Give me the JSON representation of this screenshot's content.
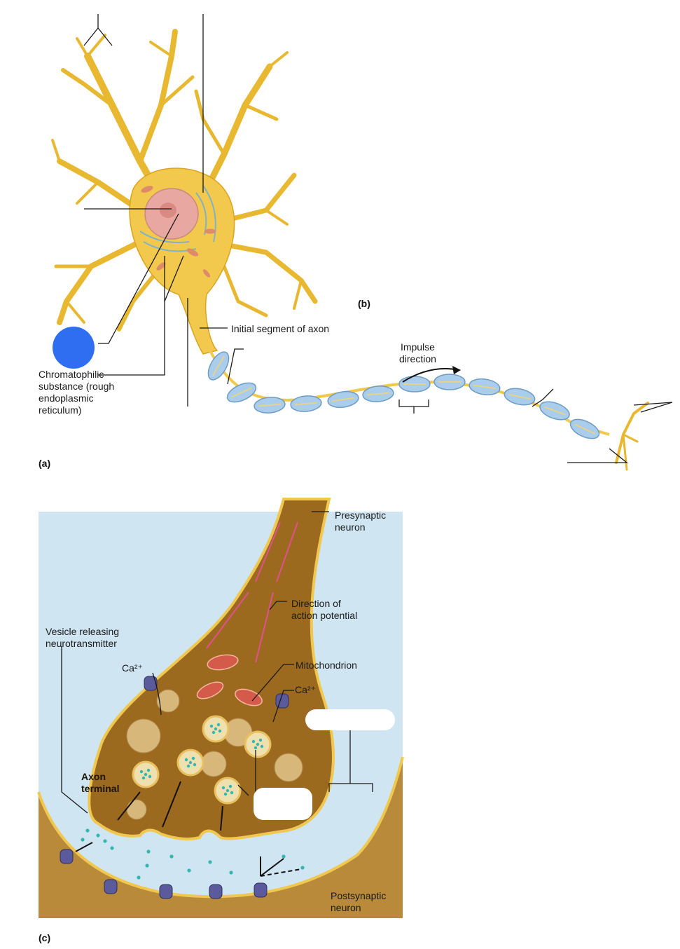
{
  "panels": {
    "a": "(a)",
    "b": "(b)",
    "c": "(c)"
  },
  "labels_a": {
    "initial_segment": "Initial segment of axon",
    "chromatophilic": "Chromatophilic\nsubstance (rough\nendoplasmic\nreticulum)",
    "impulse": "Impulse\ndirection"
  },
  "labels_c": {
    "presynaptic": "Presynaptic\nneuron",
    "direction_ap": "Direction of\naction potential",
    "vesicle_releasing": "Vesicle releasing\nneurotransmitter",
    "mitochondrion": "Mitochondrion",
    "ca_left": "Ca²⁺",
    "ca_right": "Ca²⁺",
    "axon_terminal": "Axon\nterminal",
    "postsynaptic": "Postsynaptic\nneuron"
  },
  "colors": {
    "neuron": "#f2c94c",
    "neuron_edge": "#d9a521",
    "nucleus": "#e8a7a0",
    "myelin": "#a9cdea",
    "terminal": "#9c6a1f",
    "cleft": "#cfe5f2",
    "marker": "#2f6ef0"
  }
}
